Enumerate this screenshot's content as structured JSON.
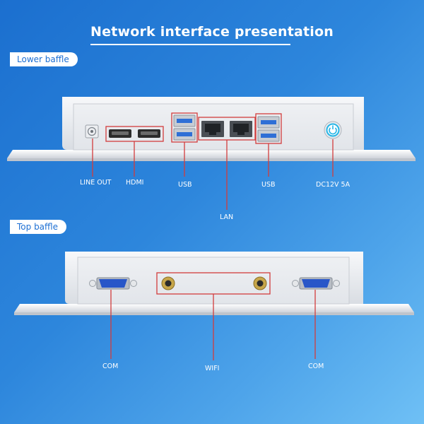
{
  "title": "Network interface presentation",
  "sections": {
    "lower": "Lower baffle",
    "top": "Top baffle"
  },
  "labels": {
    "line_out": "LINE OUT",
    "hdmi": "HDMI",
    "usb_left": "USB",
    "lan": "LAN",
    "usb_right": "USB",
    "dc": "DC12V  5A",
    "com_left": "COM",
    "wifi": "WIFI",
    "com_right": "COM"
  },
  "colors": {
    "background": "#2d86dc",
    "callout": "#d23c3c",
    "usb_blue": "#2f6fd6",
    "com_blue": "#2856c8"
  }
}
